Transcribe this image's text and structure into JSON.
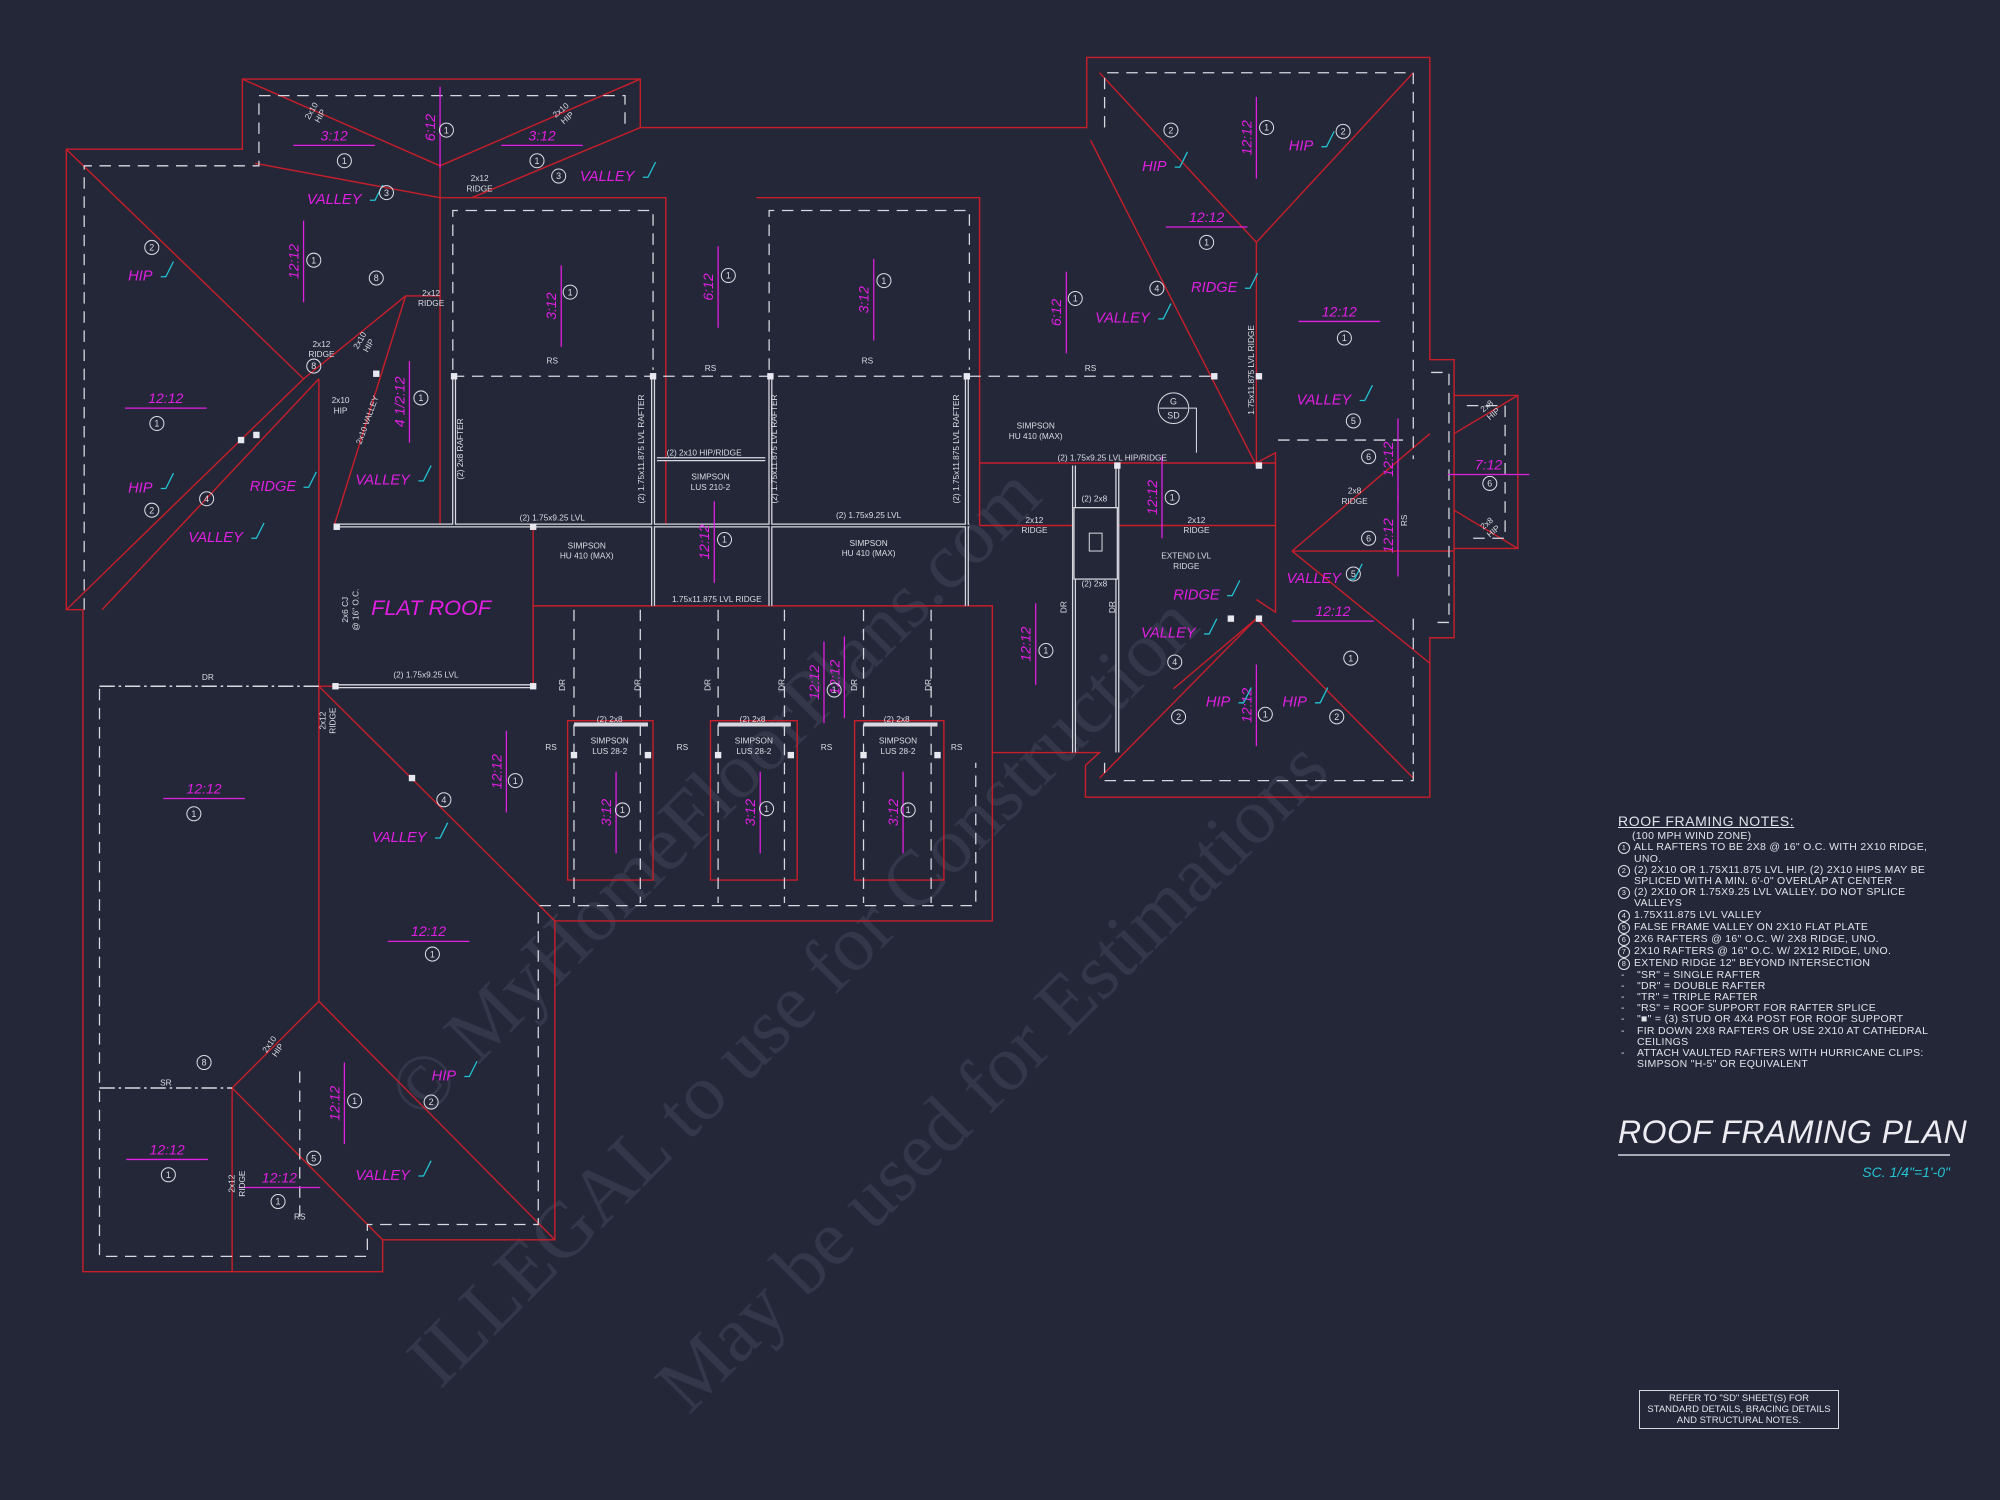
{
  "colors": {
    "background": "#232738",
    "outline": "#c81e2a",
    "pitch_text": "#e21ee2",
    "leader": "#22c4d4",
    "linework": "#d8d8e0"
  },
  "watermark": [
    "© MyHomeFloorPlans.com",
    "ILLEGAL to use for Construction",
    "May be used for Estimations"
  ],
  "title": "ROOF FRAMING PLAN",
  "scale": "SC. 1/4\"=1'-0\"",
  "refer_note": "REFER TO \"SD\" SHEET(S) FOR STANDARD DETAILS, BRACING DETAILS AND STRUCTURAL NOTES.",
  "notes": {
    "heading": "ROOF FRAMING NOTES:",
    "subheading": "(100 MPH WIND ZONE)",
    "items": [
      {
        "mark": "1",
        "text": "ALL RAFTERS TO BE 2x8 @ 16\" O.C. WITH 2x10 RIDGE, UNO."
      },
      {
        "mark": "2",
        "text": "(2) 2x10 OR 1.75x11.875 LVL HIP. (2) 2x10 HIPS MAY BE SPLICED WITH A MIN. 6'-0\" OVERLAP AT CENTER"
      },
      {
        "mark": "3",
        "text": "(2) 2x10 OR 1.75x9.25 LVL VALLEY. DO NOT SPLICE VALLEYS"
      },
      {
        "mark": "4",
        "text": "1.75x11.875 LVL VALLEY"
      },
      {
        "mark": "5",
        "text": "FALSE FRAME VALLEY ON 2x10 FLAT PLATE"
      },
      {
        "mark": "6",
        "text": "2x6 RAFTERS @ 16\" O.C. W/ 2x8 RIDGE, UNO."
      },
      {
        "mark": "7",
        "text": "2x10 RAFTERS @ 16\" O.C. W/ 2x12 RIDGE, UNO."
      },
      {
        "mark": "8",
        "text": "EXTEND RIDGE 12\" BEYOND INTERSECTION"
      },
      {
        "mark": "-",
        "text": "\"SR\" = SINGLE RAFTER"
      },
      {
        "mark": "-",
        "text": "\"DR\" = DOUBLE RAFTER"
      },
      {
        "mark": "-",
        "text": "\"TR\" = TRIPLE RAFTER"
      },
      {
        "mark": "-",
        "text": "\"RS\" = ROOF SUPPORT FOR RAFTER SPLICE"
      },
      {
        "mark": "-",
        "text": "\"■\" = (3) STUD OR 4x4 POST FOR ROOF SUPPORT"
      },
      {
        "mark": "-",
        "text": "FIR DOWN 2x8 RAFTERS OR USE 2x10 AT CATHEDRAL CEILINGS"
      },
      {
        "mark": "-",
        "text": "ATTACH VAULTED RAFTERS WITH HURRICANE CLIPS: SIMPSON \"H-5\" OR EQUIVALENT"
      }
    ]
  },
  "plan": {
    "pitch_labels": [
      "3:12",
      "6:12",
      "3:12",
      "12:12",
      "12:12",
      "3:12",
      "4 1/2:12",
      "6:12",
      "3:12",
      "12:12",
      "6:12",
      "12:12",
      "12:12",
      "12:12",
      "12:12",
      "12:12",
      "12:12",
      "12:12",
      "12:12",
      "12:12",
      "12:12",
      "12:12",
      "3:12",
      "3:12",
      "3:12",
      "12:12",
      "12:12",
      "12:12",
      "12:12",
      "12:12",
      "7:12",
      "12:12"
    ],
    "tags": [
      "VALLEY",
      "VALLEY",
      "HIP",
      "HIP",
      "RIDGE",
      "VALLEY",
      "VALLEY",
      "FLAT ROOF",
      "VALLEY",
      "HIP",
      "VALLEY",
      "HIP",
      "HIP",
      "VALLEY",
      "RIDGE",
      "VALLEY",
      "VALLEY",
      "RIDGE",
      "VALLEY",
      "HIP",
      "HIP"
    ],
    "members": [
      "2x10\nHIP",
      "2x10\nHIP",
      "2x12\nRIDGE",
      "2x12\nRIDGE",
      "2x12\nRIDGE",
      "2x10\nHIP",
      "2x10\nHIP",
      "2x10 VALLEY",
      "(2) 2x8 RAFTER",
      "RS",
      "RS",
      "RS",
      "RS",
      "(2) 1.75x11.875 LVL RAFTER",
      "(2) 1.75x11.875 LVL RAFTER",
      "(2) 1.75x11.875 LVL RAFTER",
      "(2) 2x10 HIP/RIDGE",
      "SIMPSON\nLUS 210-2",
      "(2) 1.75x9.25 LVL",
      "SIMPSON\nHU 410 (MAX)",
      "(2) 1.75x9.25 LVL",
      "SIMPSON\nHU 410 (MAX)",
      "SIMPSON\nHU 410 (MAX)",
      "(2) 1.75x9.25 LVL HIP/RIDGE",
      "1.75x11.875 LVL RIDGE",
      "2x12\nRIDGE",
      "(2) 2x8",
      "(2) 2x8",
      "2x12\nRIDGE",
      "EXTEND LVL\nRIDGE",
      "1.75x11.875 LVL RIDGE",
      "2x8\nRIDGE",
      "RS",
      "2x8\nHIP",
      "2x8\nHIP",
      "2x6 CJ\n@ 16\" O.C.",
      "(2) 1.75x9.25 LVL",
      "DR",
      "2x12\nRIDGE",
      "DR",
      "DR",
      "DR",
      "DR",
      "DR",
      "DR",
      "DR",
      "DR",
      "(2) 2x8",
      "(2) 2x8",
      "(2) 2x8",
      "SIMPSON\nLUS 28-2",
      "SIMPSON\nLUS 28-2",
      "SIMPSON\nLUS 28-2",
      "RS",
      "RS",
      "RS",
      "RS",
      "SR",
      "2x10\nHIP",
      "2x12\nRIDGE",
      "RS"
    ],
    "callouts": [
      "1",
      "1",
      "1",
      "3",
      "3",
      "1",
      "2",
      "8",
      "1",
      "8",
      "1",
      "2",
      "4",
      "1",
      "1",
      "1",
      "1",
      "1",
      "2",
      "1",
      "2",
      "1",
      "4",
      "1",
      "5",
      "6",
      "6",
      "5",
      "1",
      "1",
      "4",
      "1",
      "1",
      "2",
      "1",
      "2",
      "6",
      "1",
      "1",
      "1",
      "1",
      "1",
      "4",
      "1",
      "8",
      "1",
      "2",
      "5",
      "1",
      "1"
    ],
    "section_tag": {
      "top": "G",
      "bottom": "SD"
    }
  }
}
